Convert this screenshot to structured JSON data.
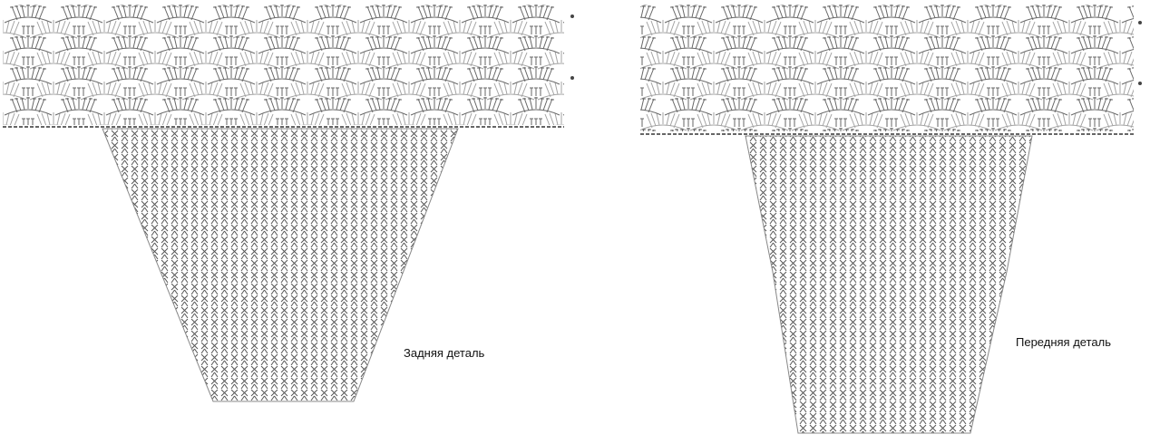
{
  "diagrams": [
    {
      "id": "back",
      "label": "Задняя деталь"
    },
    {
      "id": "front",
      "label": "Передняя деталь"
    }
  ],
  "colors": {
    "stroke": "#555555",
    "background": "#ffffff",
    "text": "#111111"
  }
}
